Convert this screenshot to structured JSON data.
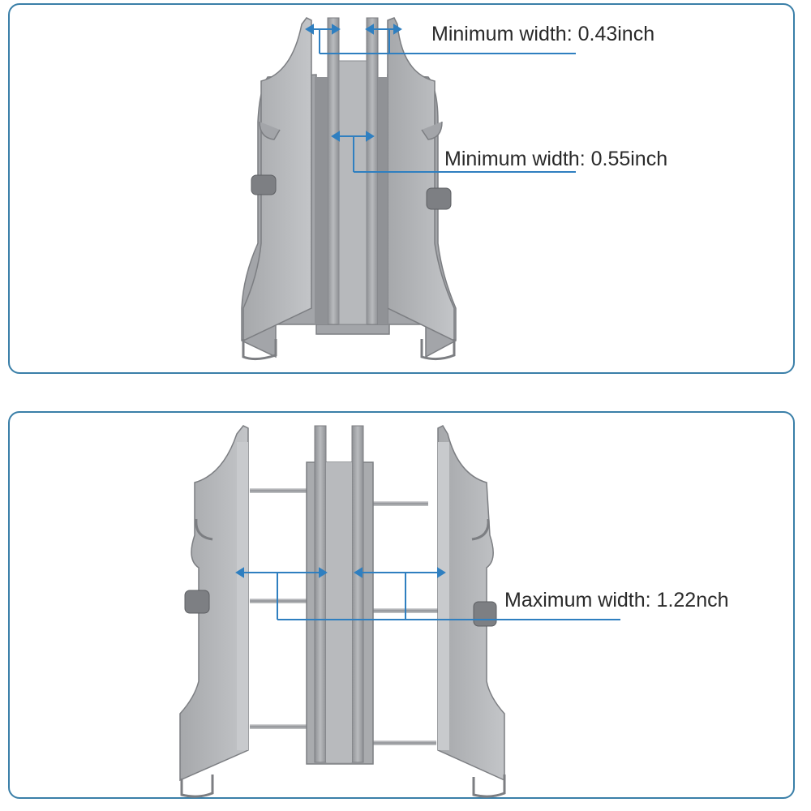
{
  "annotations": {
    "top_min_width_outer": "Minimum width: 0.43inch",
    "top_min_width_center": "Minimum width: 0.55inch",
    "bottom_max_width": "Maximum width: 1.22nch"
  },
  "colors": {
    "panel_border": "#3a7fa8",
    "dimension_line": "#2f7fc0",
    "metal_light": "#b4b6b9",
    "metal_mid": "#9d9fa3",
    "metal_dark": "#7c7e82"
  }
}
